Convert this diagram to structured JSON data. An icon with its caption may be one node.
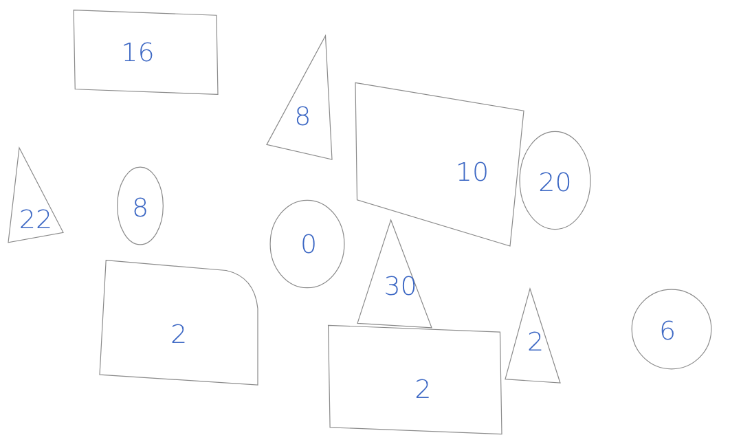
{
  "diagram": {
    "nodes": [
      {
        "text": [
          "16"
        ]
      },
      {
        "text": [
          "8"
        ]
      },
      {
        "text": [
          "10"
        ]
      },
      {
        "text": [
          "20"
        ]
      },
      {
        "text": [
          "22"
        ]
      },
      {
        "text": [
          "8"
        ]
      },
      {
        "text": [
          "0"
        ]
      },
      {
        "text": [
          "30"
        ]
      },
      {
        "text": [
          "2"
        ]
      },
      {
        "text": [
          "6"
        ]
      },
      {
        "text": [
          "2"
        ]
      },
      {
        "text": [
          "2"
        ]
      }
    ]
  }
}
